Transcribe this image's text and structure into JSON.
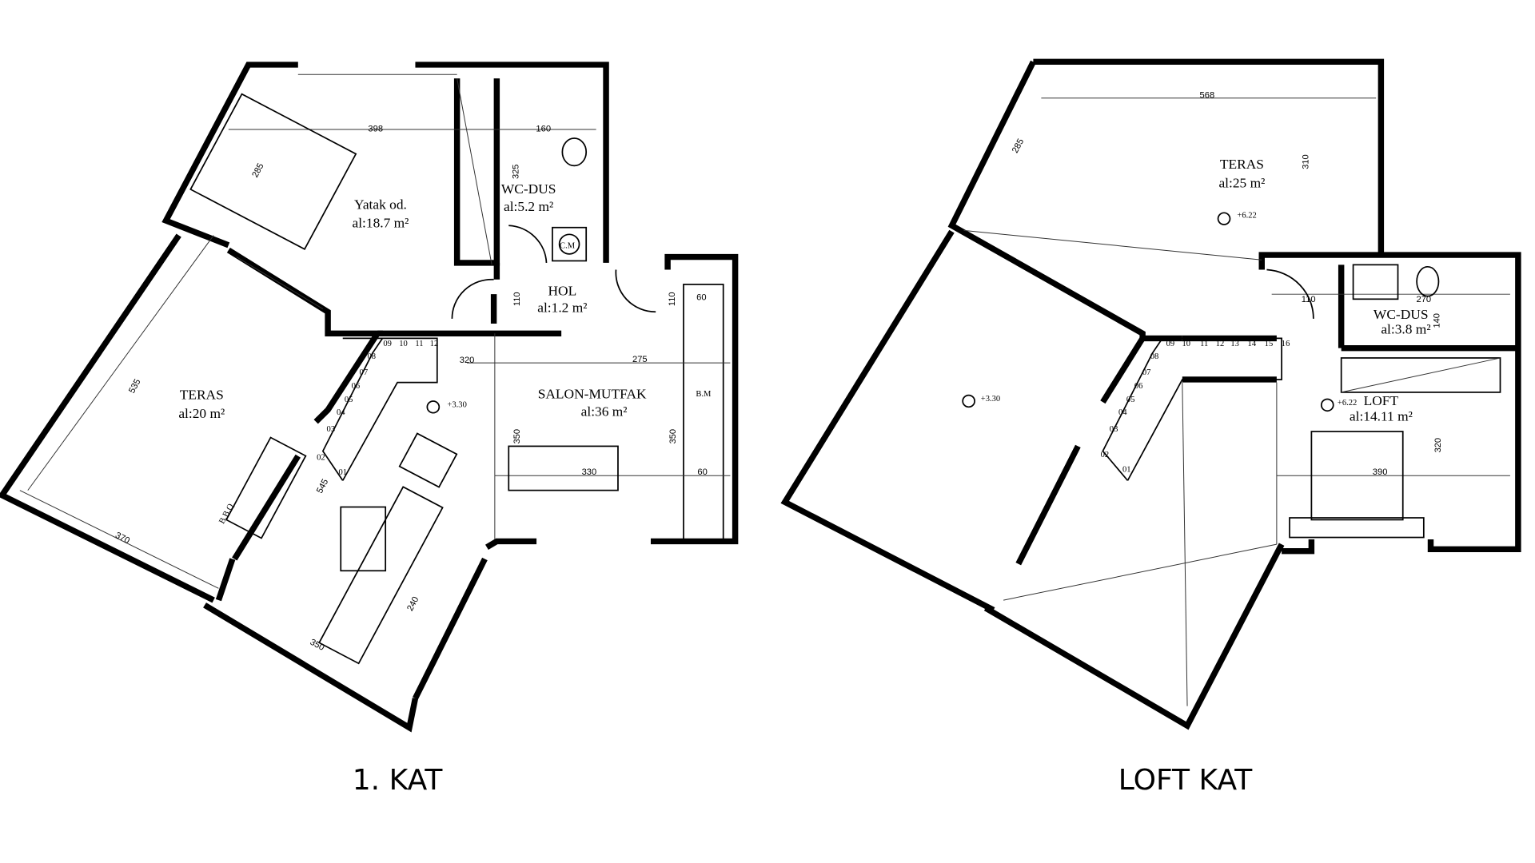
{
  "plans": [
    {
      "title": "1. KAT",
      "rooms": {
        "bedroom": {
          "name": "Yatak od.",
          "area": "al:18.7 m²"
        },
        "wc": {
          "name": "WC-DUS",
          "area": "al:5.2 m²"
        },
        "hall": {
          "name": "HOL",
          "area": "al:1.2 m²"
        },
        "terrace": {
          "name": "TERAS",
          "area": "al:20 m²"
        },
        "living": {
          "name": "SALON-MUTFAK",
          "area": "al:36 m²"
        }
      },
      "fixtures": {
        "washer": "C.M",
        "dishwasher": "B.M",
        "bbq": "B.B.Q"
      },
      "level": "+3.30",
      "dims": [
        "398",
        "160",
        "285",
        "325",
        "110",
        "110",
        "60",
        "535",
        "370",
        "320",
        "275",
        "350",
        "350",
        "330",
        "60",
        "545",
        "240",
        "350"
      ],
      "stairs": [
        "01",
        "02",
        "03",
        "04",
        "05",
        "06",
        "07",
        "08",
        "09",
        "10",
        "11",
        "12"
      ]
    },
    {
      "title": "LOFT KAT",
      "rooms": {
        "terrace": {
          "name": "TERAS",
          "area": "al:25 m²"
        },
        "wc": {
          "name": "WC-DUS",
          "area": "al:3.8 m²"
        },
        "loft": {
          "name": "LOFT",
          "area": "al:14.11 m²"
        }
      },
      "levels": [
        "+6.22",
        "+3.30",
        "+6.22"
      ],
      "dims": [
        "568",
        "285",
        "310",
        "110",
        "270",
        "140",
        "320",
        "390"
      ],
      "stairs": [
        "01",
        "02",
        "03",
        "04",
        "05",
        "06",
        "07",
        "08",
        "09",
        "10",
        "11",
        "12",
        "13",
        "14",
        "15",
        "16"
      ]
    }
  ]
}
